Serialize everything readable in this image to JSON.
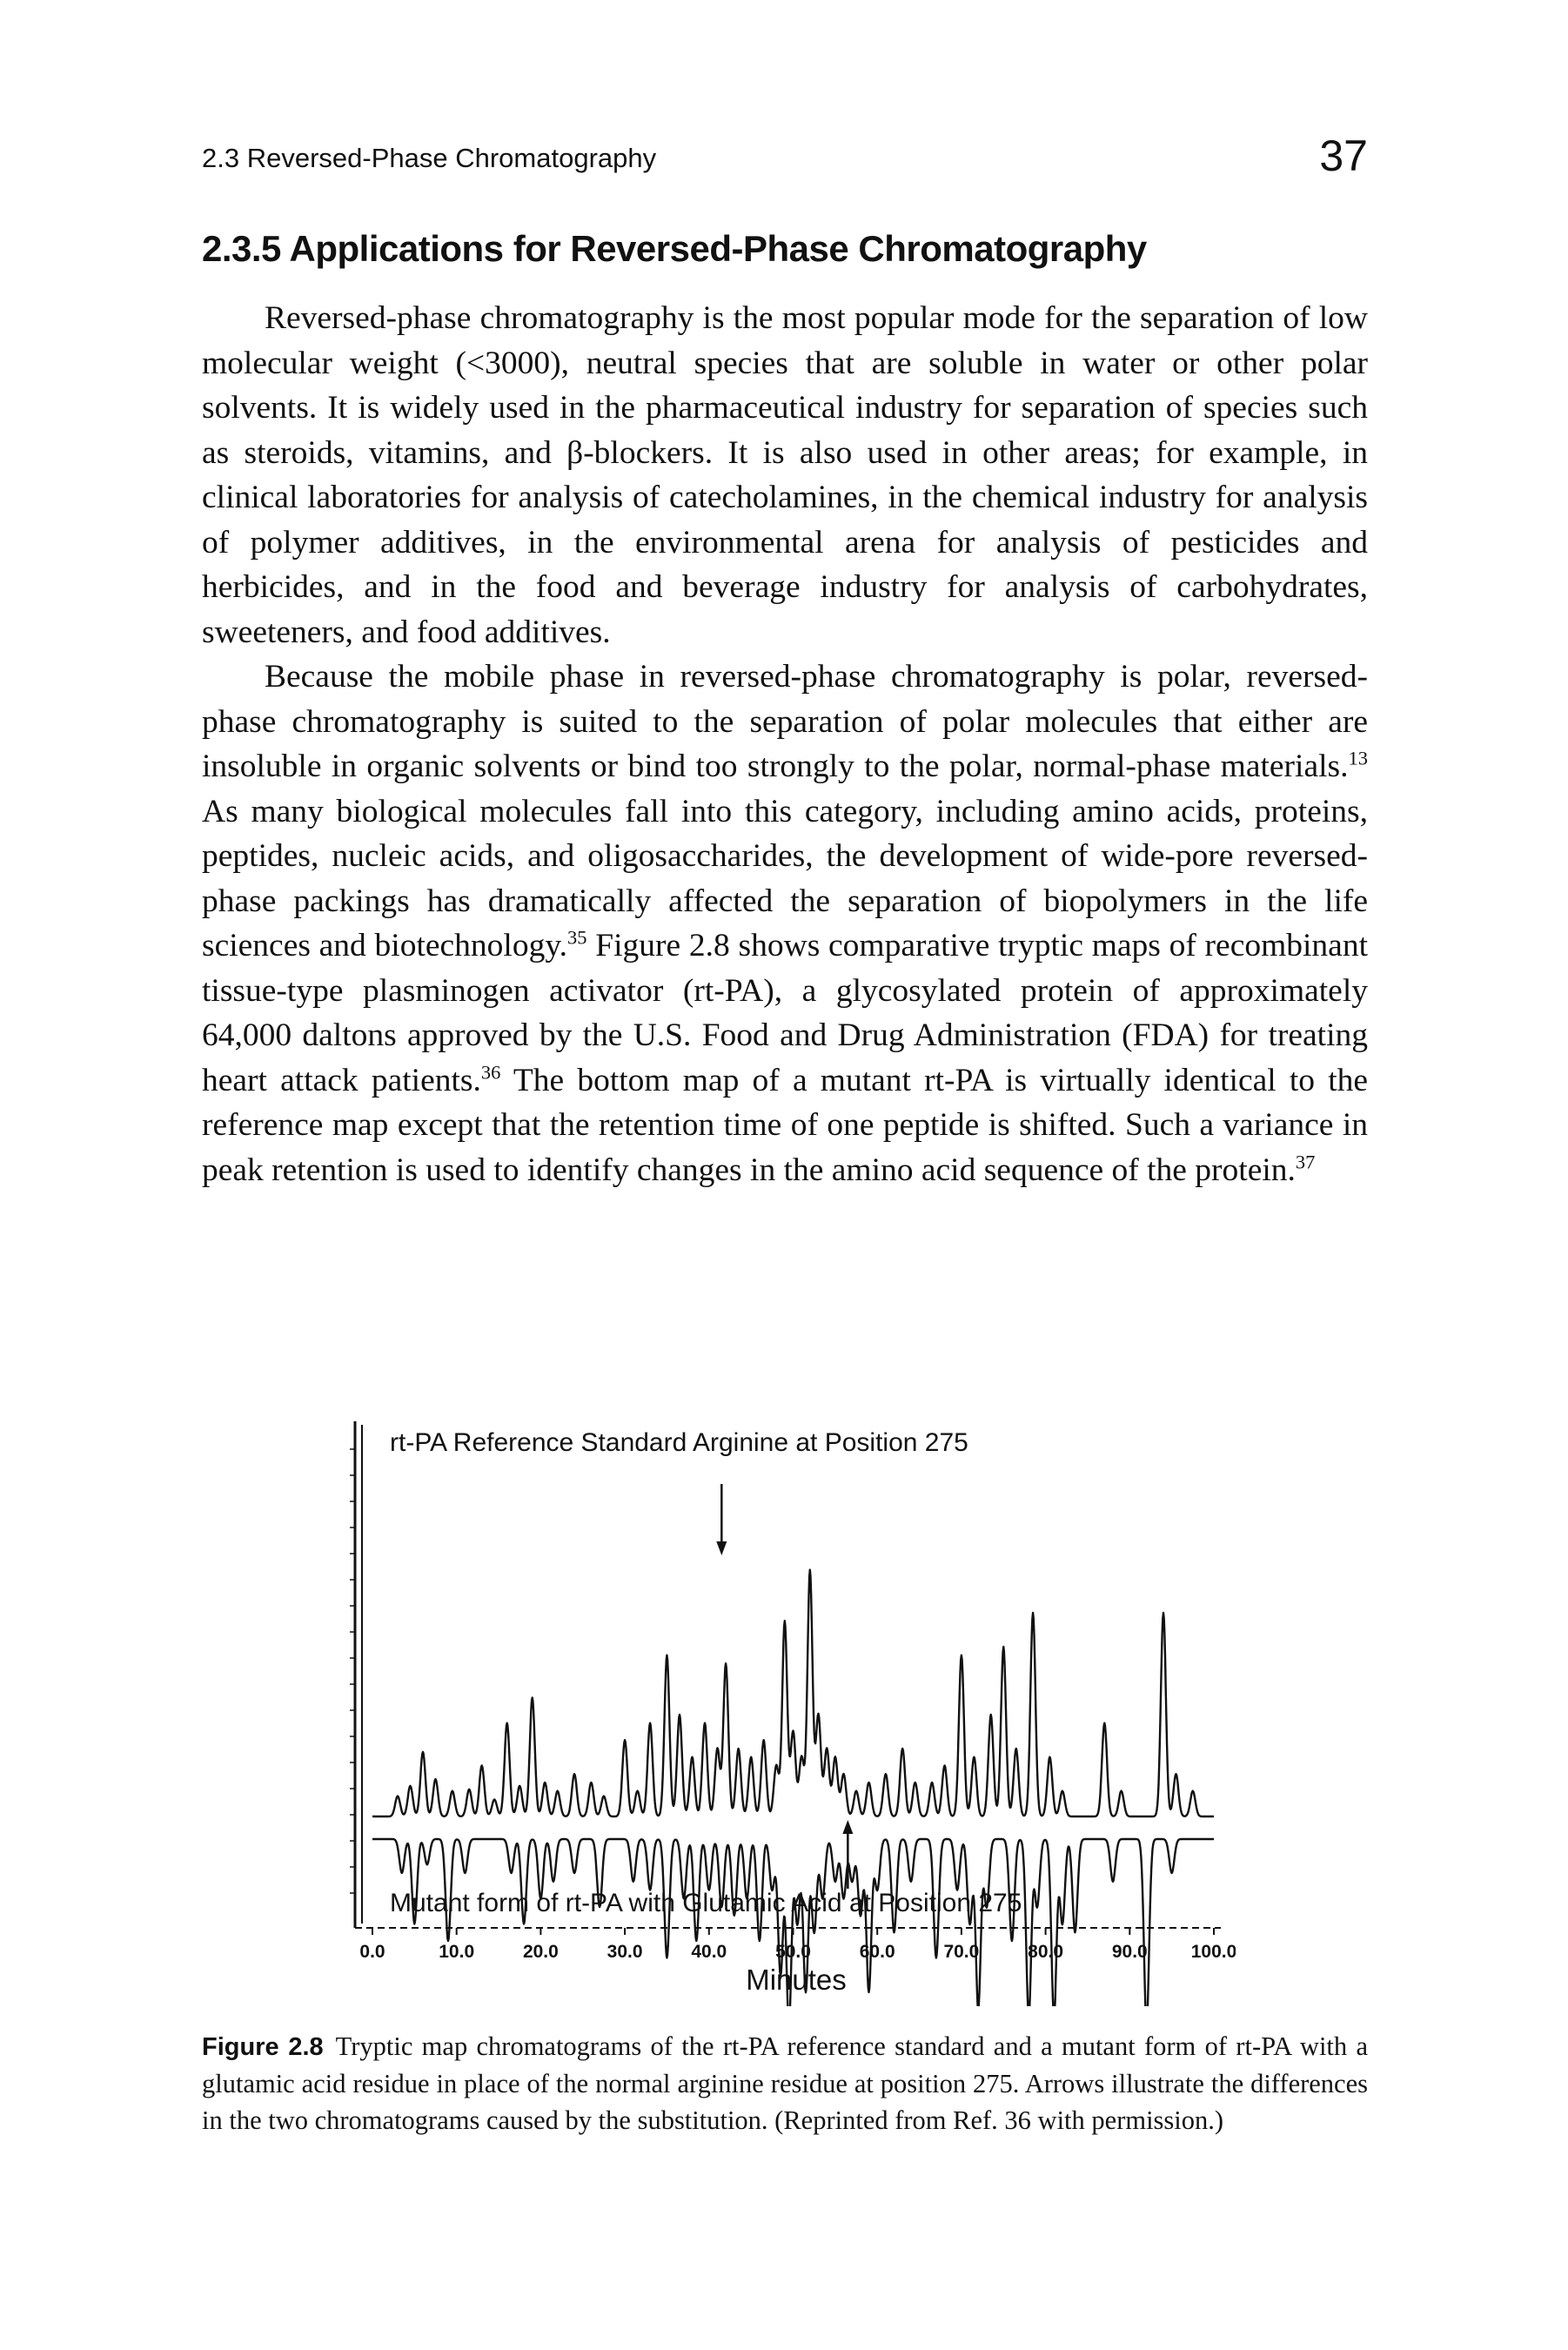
{
  "running_head": {
    "section": "2.3 Reversed-Phase Chromatography",
    "page_number": "37"
  },
  "heading": "2.3.5 Applications for Reversed-Phase Chromatography",
  "paragraphs": [
    [
      {
        "t": "Reversed-phase chromatography is the most popular mode for the separation of low molecular weight (<3000), neutral species that are soluble in water or other polar solvents. It is widely used in the pharmaceutical industry for separation of species such as steroids, vitamins, and β-blockers. It is also used in other areas; for example, in clinical laboratories for analysis of catecholamines, in the chemical industry for analysis of polymer additives, in the environmental arena for analysis of pesticides and herbicides, and in the food and beverage industry for analysis of carbohydrates, sweeteners, and food additives."
      }
    ],
    [
      {
        "t": "Because the mobile phase in reversed-phase chromatography is polar, reversed-phase chromatography is suited to the separation of polar molecules that either are insoluble in organic solvents or bind too strongly to the polar, normal-phase materials."
      },
      {
        "sup": "13"
      },
      {
        "t": " As many biological molecules fall into this category, including amino acids, proteins, peptides, nucleic acids, and oligosaccharides, the development of wide-pore reversed-phase packings has dramatically affected the separation of biopolymers in the life sciences and biotechnology."
      },
      {
        "sup": "35"
      },
      {
        "t": " Figure 2.8 shows comparative tryptic maps of recombinant tissue-type plasminogen activator (rt-PA), a glycosylated protein of approximately 64,000 daltons approved by the U.S. Food and Drug Administration (FDA) for treating heart attack patients."
      },
      {
        "sup": "36"
      },
      {
        "t": " The bottom map of a mutant rt-PA is virtually identical to the reference map except that the retention time of one peptide is shifted. Such a variance in peak retention is used to identify changes in the amino acid sequence of the protein."
      },
      {
        "sup": "37"
      }
    ]
  ],
  "figure": {
    "top_label": "rt-PA Reference Standard Arginine at Position 275",
    "bottom_label": "Mutant form of rt-PA with Glutamic Acid at Position 275",
    "x_axis_title": "Minutes",
    "x_tick_labels": [
      "0.0",
      "10.0",
      "20.0",
      "30.0",
      "40.0",
      "50.0",
      "60.0",
      "70.0",
      "80.0",
      "90.0",
      "100.0"
    ]
  },
  "chart_data": {
    "type": "line",
    "xlabel": "Minutes",
    "xlim": [
      0,
      100
    ],
    "ylabel": "",
    "grid": false,
    "series": [
      {
        "name": "rt-PA Reference Standard Arginine at Position 275",
        "orientation": "up",
        "peaks": [
          [
            3,
            0.12
          ],
          [
            4.5,
            0.18
          ],
          [
            6,
            0.38
          ],
          [
            7.5,
            0.22
          ],
          [
            9.5,
            0.15
          ],
          [
            11.5,
            0.16
          ],
          [
            13,
            0.3
          ],
          [
            14.5,
            0.1
          ],
          [
            16,
            0.55
          ],
          [
            17.5,
            0.18
          ],
          [
            19,
            0.7
          ],
          [
            20.5,
            0.2
          ],
          [
            22,
            0.15
          ],
          [
            24,
            0.25
          ],
          [
            26,
            0.2
          ],
          [
            27.5,
            0.12
          ],
          [
            30,
            0.45
          ],
          [
            31.5,
            0.15
          ],
          [
            33,
            0.55
          ],
          [
            35,
            0.95
          ],
          [
            36.5,
            0.6
          ],
          [
            38,
            0.35
          ],
          [
            39.5,
            0.55
          ],
          [
            41,
            0.4
          ],
          [
            42,
            0.9
          ],
          [
            43.5,
            0.4
          ],
          [
            45,
            0.35
          ],
          [
            46.5,
            0.45
          ],
          [
            48,
            0.3
          ],
          [
            49,
            1.15
          ],
          [
            50,
            0.5
          ],
          [
            51,
            0.35
          ],
          [
            52,
            1.45
          ],
          [
            53,
            0.6
          ],
          [
            54,
            0.4
          ],
          [
            55,
            0.35
          ],
          [
            56,
            0.25
          ],
          [
            57.5,
            0.15
          ],
          [
            59,
            0.2
          ],
          [
            61,
            0.25
          ],
          [
            63,
            0.4
          ],
          [
            64.5,
            0.2
          ],
          [
            66.5,
            0.2
          ],
          [
            68,
            0.3
          ],
          [
            70,
            0.95
          ],
          [
            71.5,
            0.35
          ],
          [
            73.5,
            0.6
          ],
          [
            75,
            1.0
          ],
          [
            76.5,
            0.4
          ],
          [
            78.5,
            1.2
          ],
          [
            80.5,
            0.35
          ],
          [
            82,
            0.15
          ],
          [
            87,
            0.55
          ],
          [
            89,
            0.15
          ],
          [
            94,
            1.2
          ],
          [
            95.5,
            0.25
          ],
          [
            97.5,
            0.15
          ]
        ]
      },
      {
        "name": "Mutant form of rt-PA with Glutamic Acid at Position 275",
        "orientation": "down",
        "peaks": [
          [
            3.5,
            0.2
          ],
          [
            5,
            0.5
          ],
          [
            6.5,
            0.15
          ],
          [
            9,
            0.6
          ],
          [
            11,
            0.2
          ],
          [
            16.5,
            0.2
          ],
          [
            18,
            0.5
          ],
          [
            20,
            0.35
          ],
          [
            21.5,
            0.25
          ],
          [
            24,
            0.2
          ],
          [
            27,
            0.4
          ],
          [
            31,
            0.25
          ],
          [
            33,
            0.3
          ],
          [
            35,
            0.7
          ],
          [
            37,
            0.35
          ],
          [
            38.5,
            0.6
          ],
          [
            40,
            0.3
          ],
          [
            41.5,
            0.4
          ],
          [
            43,
            0.45
          ],
          [
            44.5,
            0.35
          ],
          [
            46,
            0.6
          ],
          [
            47.5,
            0.3
          ],
          [
            48.5,
            0.8
          ],
          [
            49.5,
            1.1
          ],
          [
            50.5,
            0.5
          ],
          [
            51.5,
            0.9
          ],
          [
            52.5,
            0.55
          ],
          [
            53.5,
            0.35
          ],
          [
            55,
            0.25
          ],
          [
            56,
            0.35
          ],
          [
            57,
            0.25
          ],
          [
            58,
            0.45
          ],
          [
            59,
            0.9
          ],
          [
            60,
            0.3
          ],
          [
            62,
            0.55
          ],
          [
            64,
            0.25
          ],
          [
            67,
            0.7
          ],
          [
            69.5,
            0.3
          ],
          [
            71,
            0.5
          ],
          [
            72,
            1.0
          ],
          [
            73,
            0.4
          ],
          [
            76,
            0.6
          ],
          [
            78,
            1.05
          ],
          [
            79,
            0.4
          ],
          [
            81,
            1.05
          ],
          [
            82,
            0.5
          ],
          [
            83.5,
            0.55
          ],
          [
            88,
            0.25
          ],
          [
            92,
            1.1
          ],
          [
            95,
            0.2
          ]
        ]
      }
    ],
    "annotations": [
      {
        "text": "arrow",
        "x": 41.5,
        "series": "rt-PA Reference Standard Arginine at Position 275"
      },
      {
        "text": "arrow",
        "x": 56.5,
        "series": "Mutant form of rt-PA with Glutamic Acid at Position 275"
      }
    ]
  },
  "caption": {
    "label": "Figure 2.8",
    "text": "Tryptic map chromatograms of the rt-PA reference standard and a mutant form of rt-PA with a glutamic acid residue in place of the normal arginine residue at position 275. Arrows illustrate the differences in the two chromatograms caused by the substitution. (Reprinted from Ref. 36 with permission.)"
  }
}
